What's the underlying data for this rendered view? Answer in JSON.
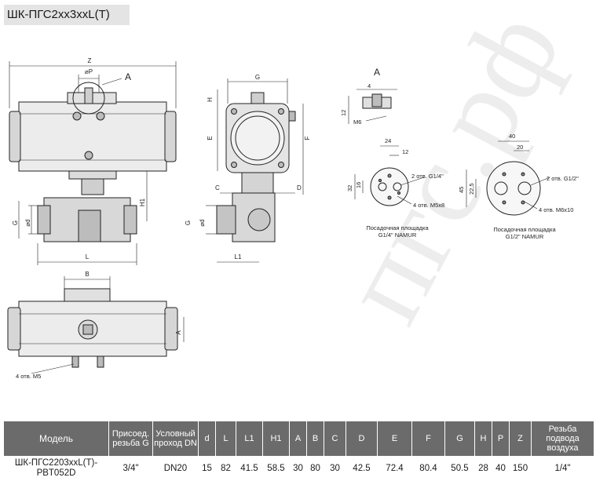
{
  "title": "ШК-ПГС2xx3xxL(T)",
  "watermark": "пгс.рф",
  "callout_label": "A",
  "dims": {
    "z": "Z",
    "p": "⌀P",
    "a_mark": "A",
    "h1": "H1",
    "g": "G",
    "d": "⌀d",
    "l": "L",
    "h": "H",
    "e": "E",
    "f": "F",
    "c": "C",
    "dd": "D",
    "l1": "L1",
    "b": "B",
    "a": "A"
  },
  "detail_a": {
    "title": "A",
    "d4": "4",
    "d12": "12",
    "m6": "M6"
  },
  "namur14": {
    "d24": "24",
    "d12": "12",
    "d32": "32",
    "d16": "16",
    "holes": "2 отв. G1/4\"",
    "thread": "4 отв. M5x8",
    "caption1": "Посадочная площадка",
    "caption2": "G1/4\" NAMUR"
  },
  "namur12": {
    "d40": "40",
    "d20": "20",
    "d45": "45",
    "d225": "22,5",
    "holes": "2 отв. G1/2\"",
    "thread": "4 отв. M6x10",
    "caption1": "Посадочная площадка",
    "caption2": "G1/2\" NAMUR"
  },
  "bottom_holes": "4 отв. M5",
  "table": {
    "headers": [
      "Модель",
      "Присоед. резьба G",
      "Условный проход DN",
      "d",
      "L",
      "L1",
      "H1",
      "A",
      "B",
      "C",
      "D",
      "E",
      "F",
      "G",
      "H",
      "P",
      "Z",
      "Резьба подвода воздуха"
    ],
    "rows": [
      [
        "ШК-ПГС2203xxL(T)-PBT052D",
        "3/4\"",
        "DN20",
        "15",
        "82",
        "41.5",
        "58.5",
        "30",
        "80",
        "30",
        "42.5",
        "72.4",
        "80.4",
        "50.5",
        "28",
        "40",
        "150",
        "1/4\""
      ]
    ]
  }
}
